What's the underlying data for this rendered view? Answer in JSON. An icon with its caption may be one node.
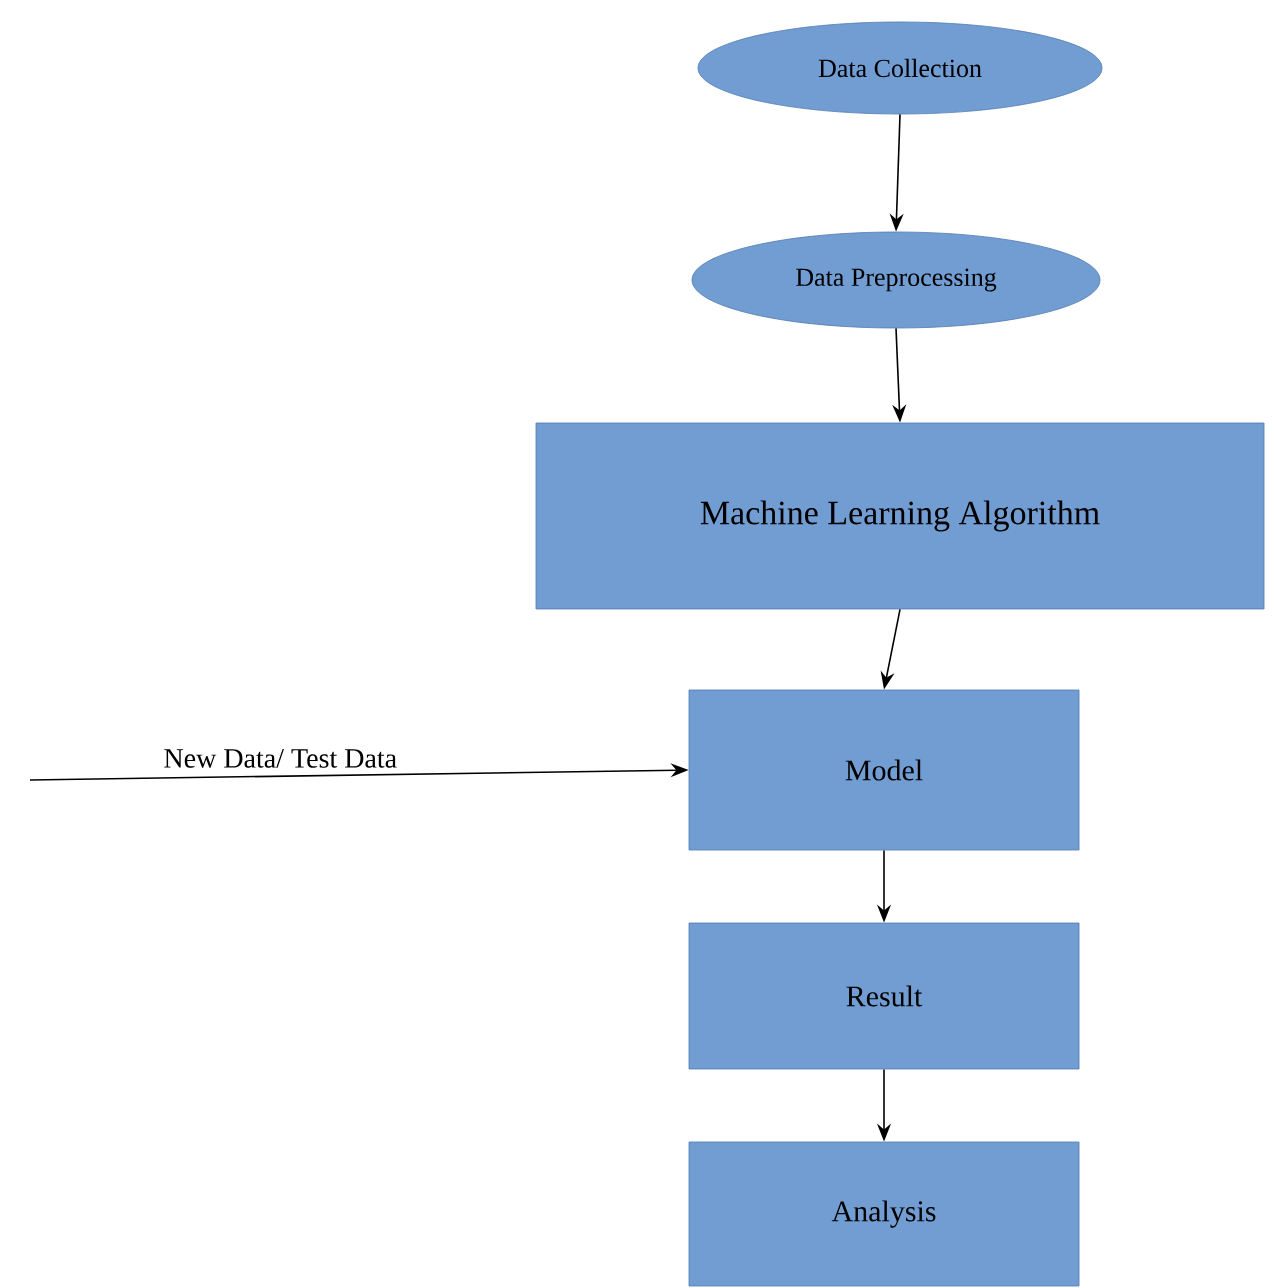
{
  "diagram": {
    "nodes": [
      {
        "text": [
          "Data Collection"
        ]
      },
      {
        "text": [
          "Data Preprocessing"
        ]
      },
      {
        "text": [
          "Machine Learning Algorithm"
        ]
      },
      {
        "text": [
          "Model"
        ]
      },
      {
        "text": [
          "Result"
        ]
      },
      {
        "text": [
          "Analysis"
        ]
      }
    ],
    "edges": [
      {
        "from": 0,
        "to": 1,
        "arrow": "to"
      },
      {
        "from": 1,
        "to": 2,
        "arrow": "to"
      },
      {
        "from": 2,
        "to": 3,
        "arrow": "to"
      },
      {
        "from": 3,
        "to": 4,
        "arrow": "to"
      },
      {
        "from": 4,
        "to": 5,
        "arrow": "to"
      },
      {
        "from": null,
        "to": 3,
        "arrow": "to",
        "label": "New Data/ Test Data"
      }
    ]
  }
}
